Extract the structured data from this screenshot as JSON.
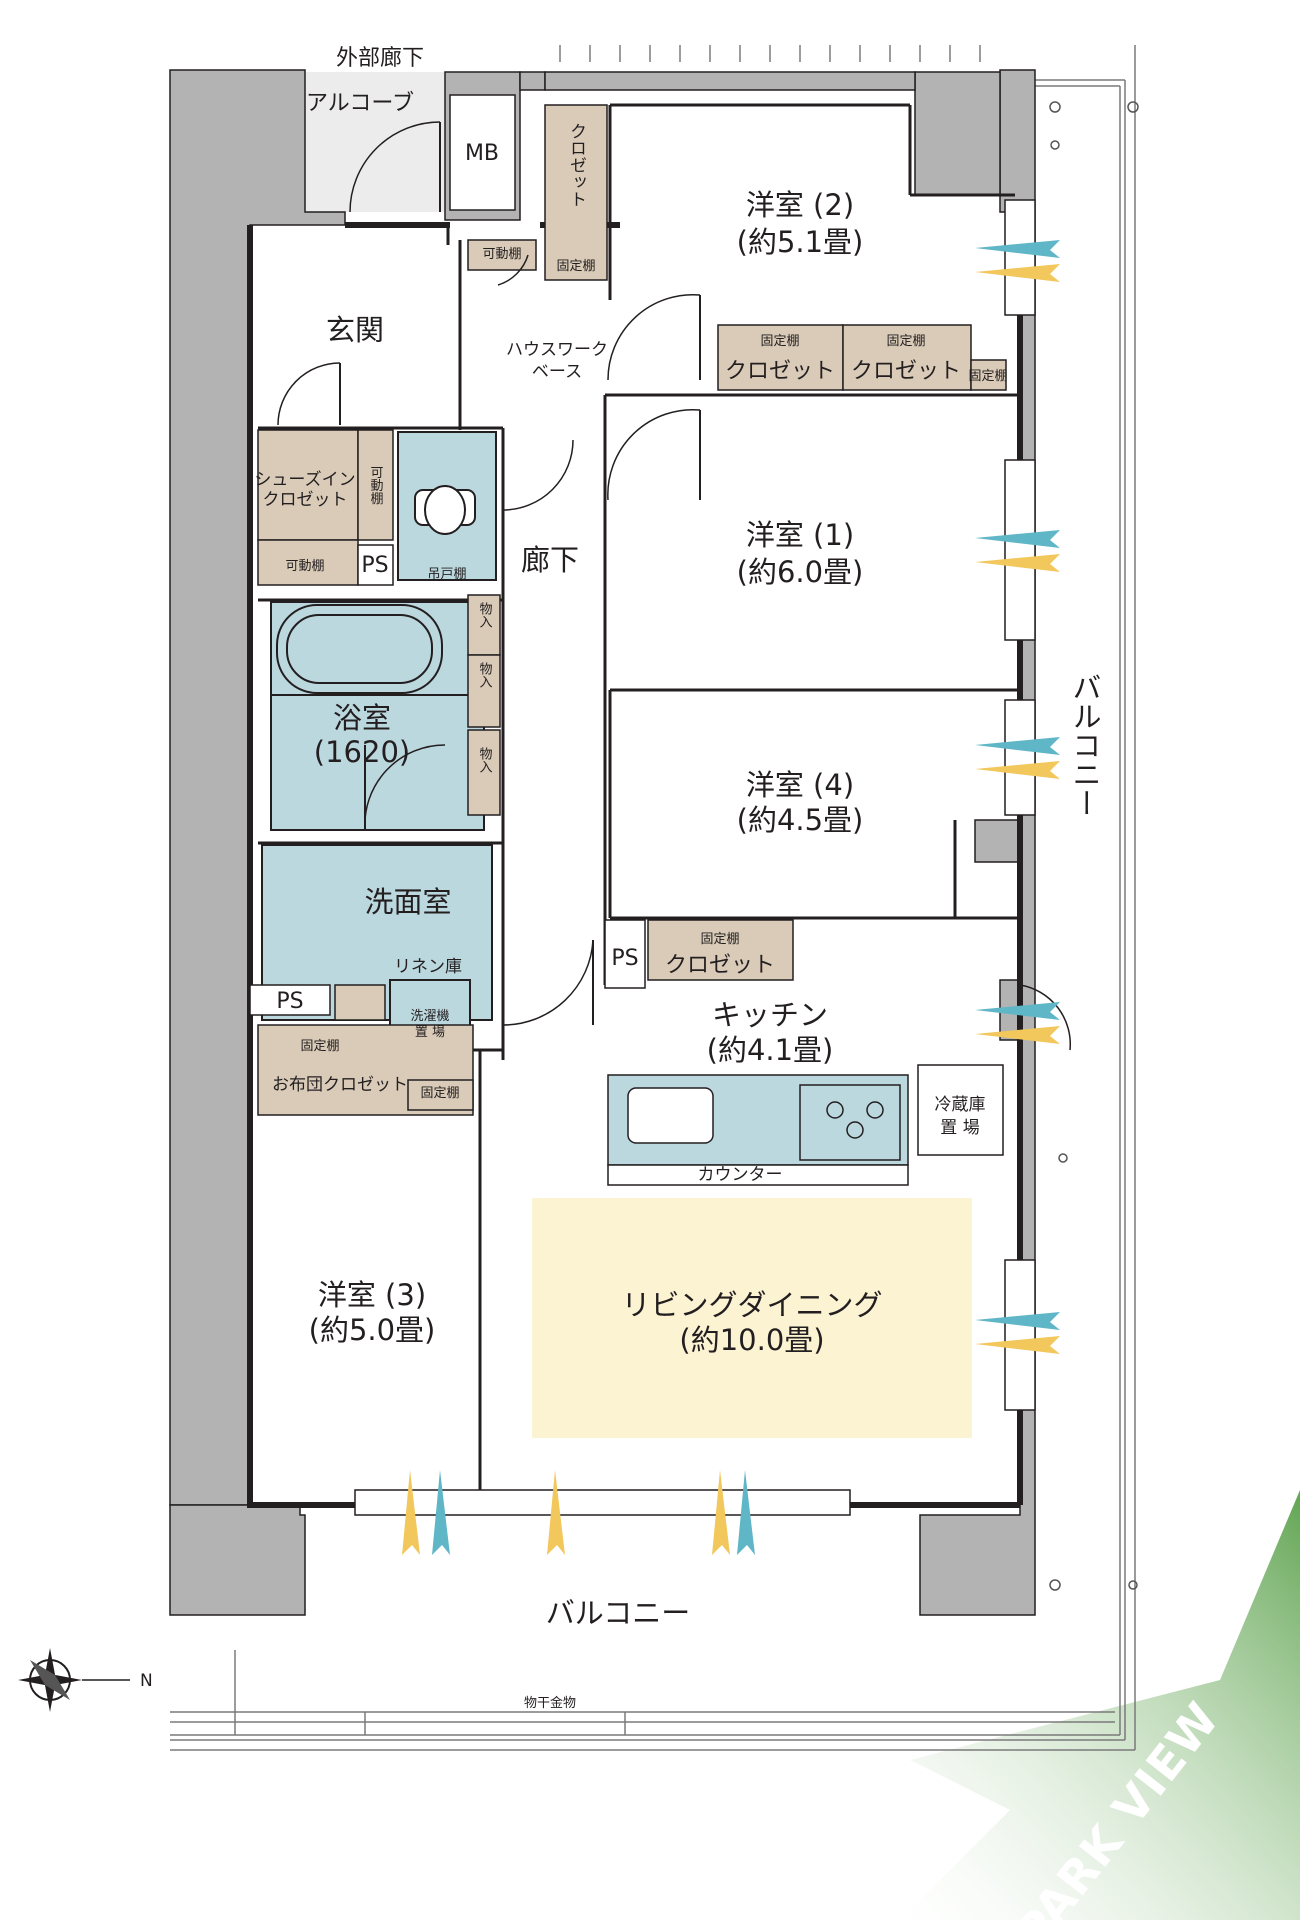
{
  "colors": {
    "wall": "#b3b3b3",
    "line": "#231f20",
    "storage": "#d9cbb8",
    "wet_area": "#bcd8df",
    "living_highlight": "#fcf3d3",
    "park_green": "#62a553",
    "airflow_blue": "#5fb6c7",
    "airflow_yellow": "#f2c75b"
  },
  "icons": {
    "compass": "compass-rose-icon"
  },
  "labels": {
    "outer_corridor": "外部廊下",
    "alcove": "アルコーブ",
    "mb": "MB",
    "genkan": "玄関",
    "house_work_1": "ハウスワーク",
    "house_work_2": "ベース",
    "corridor": "廊下",
    "shoes_closet_1": "シューズイン",
    "shoes_closet_2": "クロゼット",
    "movable_shelf": "可動棚",
    "movable_shelf_v": "可動棚",
    "ps": "PS",
    "hanging_shelf": "吊戸棚",
    "storage_mono": "物入",
    "bath_1": "浴室",
    "bath_2": "(1620)",
    "washroom": "洗面室",
    "linen": "リネン庫",
    "washer_1": "洗濯機",
    "washer_2": "置 場",
    "fixed_shelf": "固定棚",
    "closet": "クロゼット",
    "closet_v": "クロゼット",
    "futon_closet": "お布団クロゼット",
    "room2_name": "洋室 (2)",
    "room2_size": "(約5.1畳)",
    "room1_name": "洋室 (1)",
    "room1_size": "(約6.0畳)",
    "room4_name": "洋室 (4)",
    "room4_size": "(約4.5畳)",
    "room3_name": "洋室 (3)",
    "room3_size": "(約5.0畳)",
    "kitchen_name": "キッチン",
    "kitchen_size": "(約4.1畳)",
    "fridge_1": "冷蔵庫",
    "fridge_2": "置 場",
    "counter": "カウンター",
    "living_name": "リビングダイニング",
    "living_size": "(約10.0畳)",
    "balcony": "バルコニー",
    "balcony_v": "バルコニー",
    "laundry_pole": "物干金物",
    "park_view": "PARK VIEW",
    "north": "N"
  }
}
